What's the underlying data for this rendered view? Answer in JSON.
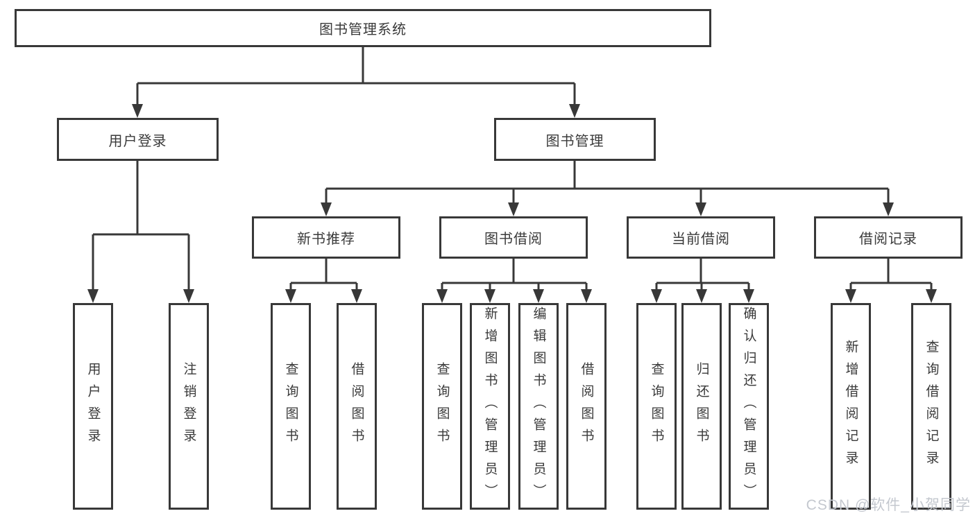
{
  "nodes": {
    "root": {
      "label": "图书管理系统"
    },
    "branches": [
      {
        "label": "用户登录",
        "children": [
          {
            "label": "用户登录"
          },
          {
            "label": "注销登录"
          }
        ]
      },
      {
        "label": "图书管理",
        "children": [
          {
            "label": "新书推荐",
            "children": [
              {
                "label": "查询图书"
              },
              {
                "label": "借阅图书"
              }
            ]
          },
          {
            "label": "图书借阅",
            "children": [
              {
                "label": "查询图书"
              },
              {
                "label": "新增图书（管理员）"
              },
              {
                "label": "编辑图书（管理员）"
              },
              {
                "label": "借阅图书"
              }
            ]
          },
          {
            "label": "当前借阅",
            "children": [
              {
                "label": "查询图书"
              },
              {
                "label": "归还图书"
              },
              {
                "label": "确认归还（管理员）"
              }
            ]
          },
          {
            "label": "借阅记录",
            "children": [
              {
                "label": "新增借阅记录"
              },
              {
                "label": "查询借阅记录"
              }
            ]
          }
        ]
      }
    ]
  },
  "watermark": {
    "text": "CSDN @软件_小贺同学"
  },
  "colors": {
    "line": "#383838",
    "box_border": "#383838",
    "box_fill": "#ffffff",
    "text": "#3a3a3a",
    "watermark": "#c4c8cf",
    "background": "#ffffff"
  }
}
